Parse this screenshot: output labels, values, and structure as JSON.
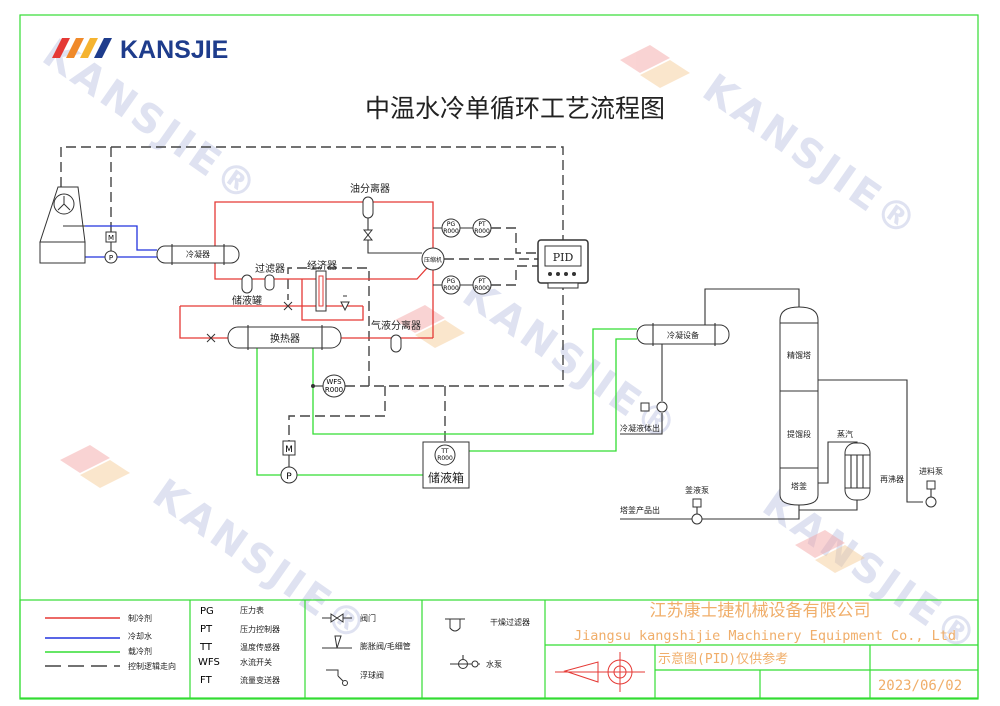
{
  "logo": {
    "text": "KANSJIE",
    "color": "#1e3c8c"
  },
  "watermark": "KANSJIE®",
  "title": "中温水冷单循环工艺流程图",
  "equipment": {
    "condenser": "冷凝器",
    "oil_separator": "油分离器",
    "compressor": "压缩机",
    "filter": "过滤器",
    "receiver": "储液罐",
    "economizer": "经济器",
    "gas_liquid_separator": "气液分离器",
    "heat_exchanger": "换热器",
    "storage_tank": "储液箱",
    "pid": "PID",
    "condensing_equipment": "冷凝设备",
    "condensate_out": "冷凝液体出",
    "rectifying": "精馏塔",
    "stripping": "提馏段",
    "bottom": "塔釜",
    "steam": "蒸汽",
    "reboiler": "再沸器",
    "feed_pump": "进料泵",
    "bottoms_pump": "釜液泵",
    "bottoms_out": "塔釜产品出"
  },
  "instruments": {
    "pg": "PG",
    "pt": "PT",
    "tt": "TT",
    "wfs": "WFS",
    "r": "R000",
    "m": "M",
    "p": "P"
  },
  "legend": {
    "lines": [
      {
        "label": "制冷剂",
        "color": "#e53935"
      },
      {
        "label": "冷却水",
        "color": "#2233dd"
      },
      {
        "label": "载冷剂",
        "color": "#33dd33"
      },
      {
        "label": "控制逻辑走向",
        "color": "#444444"
      }
    ],
    "abbr": [
      {
        "code": "PG",
        "label": "压力表"
      },
      {
        "code": "PT",
        "label": "压力控制器"
      },
      {
        "code": "TT",
        "label": "温度传感器"
      },
      {
        "code": "WFS",
        "label": "水流开关"
      },
      {
        "code": "FT",
        "label": "流量变送器"
      }
    ],
    "symbols": [
      "阀门",
      "膨胀阀/毛细管",
      "浮球阀",
      "干燥过滤器",
      "水泵"
    ]
  },
  "company": {
    "cn": "江苏康士捷机械设备有限公司",
    "en": "Jiangsu kangshijie Machinery Equipment Co., Ltd",
    "note": "示意图(PID)仅供参考",
    "date": "2023/06/02",
    "color": "#f0ae6a"
  }
}
